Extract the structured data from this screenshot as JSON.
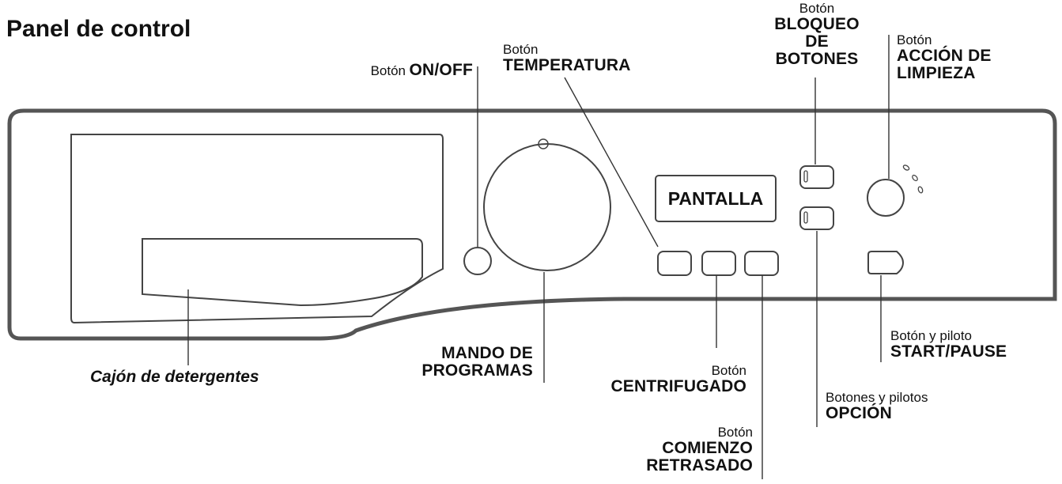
{
  "title": "Panel de control",
  "display_label": "PANTALLA",
  "labels": {
    "on_off": {
      "small": "Botón",
      "big": "ON/OFF"
    },
    "temperatura": {
      "small": "Botón",
      "big": "TEMPERATURA"
    },
    "bloqueo": {
      "small": "Botón",
      "big1": "BLOQUEO",
      "big2": "DE",
      "big3": "BOTONES"
    },
    "accion": {
      "small": "Botón",
      "big1": "ACCIÓN DE",
      "big2": "LIMPIEZA"
    },
    "cajon": "Cajón de detergentes",
    "mando": {
      "big1": "MANDO DE",
      "big2": "PROGRAMAS"
    },
    "centrifugado": {
      "small": "Botón",
      "big": "CENTRIFUGADO"
    },
    "comienzo": {
      "small": "Botón",
      "big1": "COMIENZO",
      "big2": "RETRASADO"
    },
    "opcion": {
      "small": "Botones y pilotos",
      "big": "OPCIÓN"
    },
    "start": {
      "small": "Botón y piloto",
      "big": "START/PAUSE"
    }
  }
}
